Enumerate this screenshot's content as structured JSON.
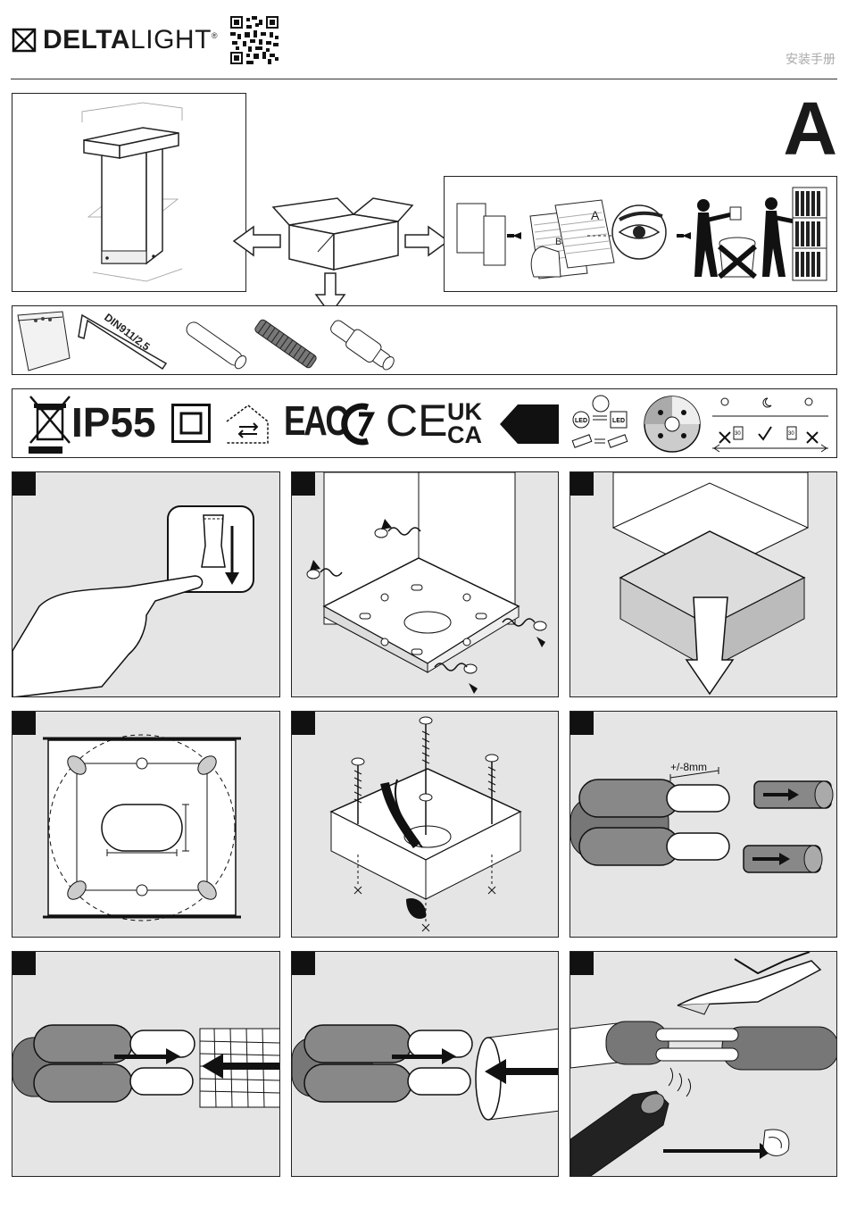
{
  "header": {
    "brand_bold": "DELTA",
    "brand_light": "LIGHT",
    "brand_mark": "®",
    "doc_title": "安装手册",
    "section_letter": "A"
  },
  "package_contents": {
    "wrench_label": "DIN911/2,5",
    "box_letter_a": "A",
    "box_letter_b": "B"
  },
  "markings": {
    "ip_rating": "IP55",
    "eac": "EAC",
    "ce": "CE",
    "ukca_top": "UK",
    "ukca_bottom": "CA",
    "led_label": "LED",
    "sensor_value": "30"
  },
  "steps": {
    "strip_length": "+/-8mm"
  }
}
